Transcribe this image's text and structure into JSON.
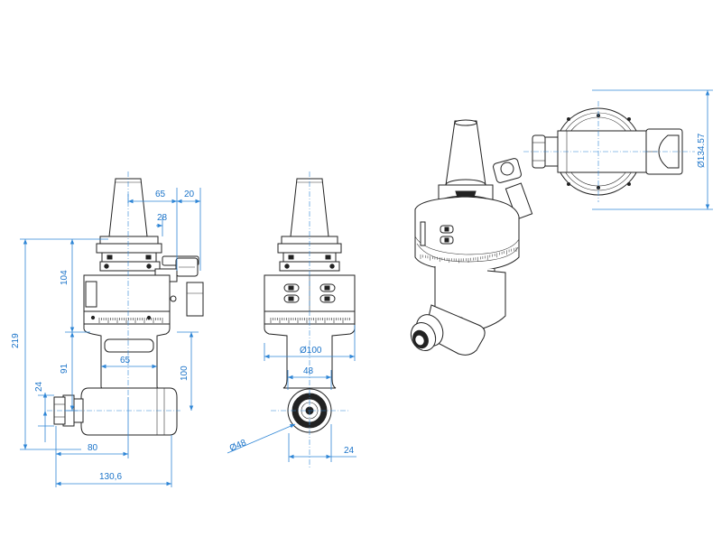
{
  "colors": {
    "line": "#222222",
    "dimension": "#2f86d6",
    "background": "#ffffff"
  },
  "front_view": {
    "dims": {
      "d65_top": "65",
      "d20": "20",
      "d28": "28",
      "d104": "104",
      "d219": "219",
      "d91": "91",
      "d65_inner": "65",
      "d100": "100",
      "d24": "24",
      "d80": "80",
      "d130_6": "130,6"
    }
  },
  "side_view": {
    "dims": {
      "dia100": "Ø100",
      "d48": "48",
      "dia48": "Ø48",
      "d24": "24"
    }
  },
  "top_view": {
    "dims": {
      "dia134_57": "Ø134.57"
    }
  }
}
